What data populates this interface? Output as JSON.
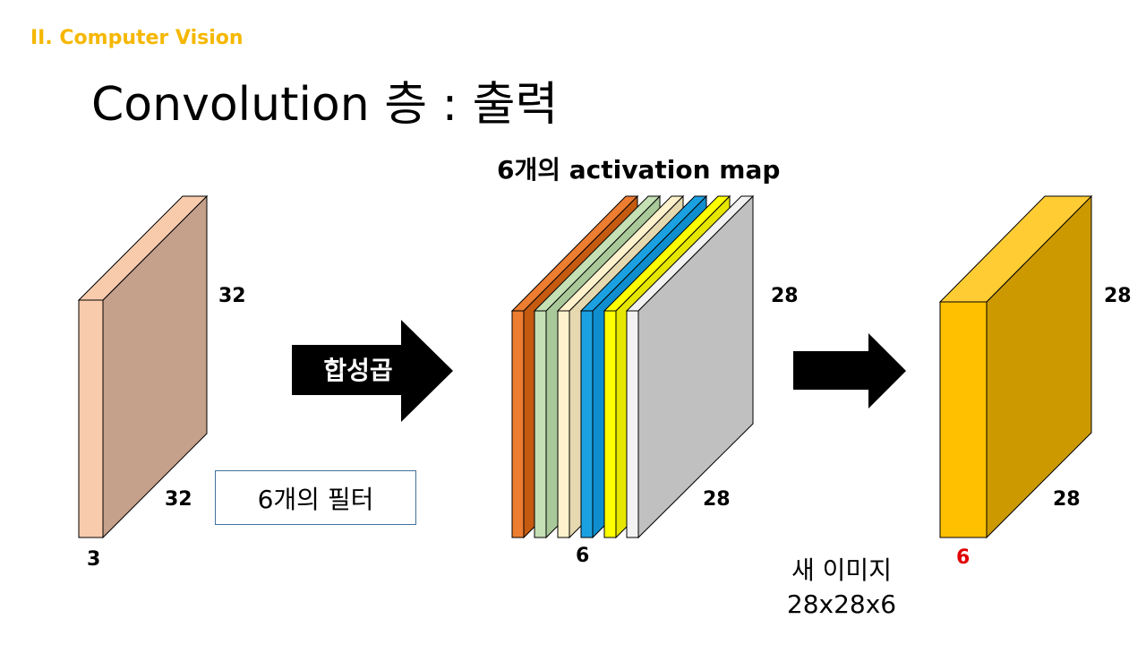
{
  "section_label": "II. Computer Vision",
  "title": "Convolution 층 : 출력",
  "heading": "6개의 activation map",
  "input_volume": {
    "height": "32",
    "width": "32",
    "depth": "3"
  },
  "filter_box": "6개의 필터",
  "arrow_label": "합성곱",
  "activation_maps": {
    "height": "28",
    "width": "28",
    "count": "6"
  },
  "output_volume": {
    "height": "28",
    "width": "28",
    "depth": "6"
  },
  "new_image": {
    "line1": "새 이미지",
    "line2": "28x28x6"
  },
  "colors": {
    "input_front": "#f8cbad",
    "input_side": "#c5a08a",
    "input_top": "#f8cbad",
    "maps": [
      "#ed7d31",
      "#c5e0b4",
      "#fff2cc",
      "#1ba1e2",
      "#ffff00",
      "#c0c0c0"
    ],
    "output_front": "#ffc000",
    "output_side": "#cc9a00",
    "output_top": "#ffcc33",
    "depth_highlight": "#e00000"
  }
}
